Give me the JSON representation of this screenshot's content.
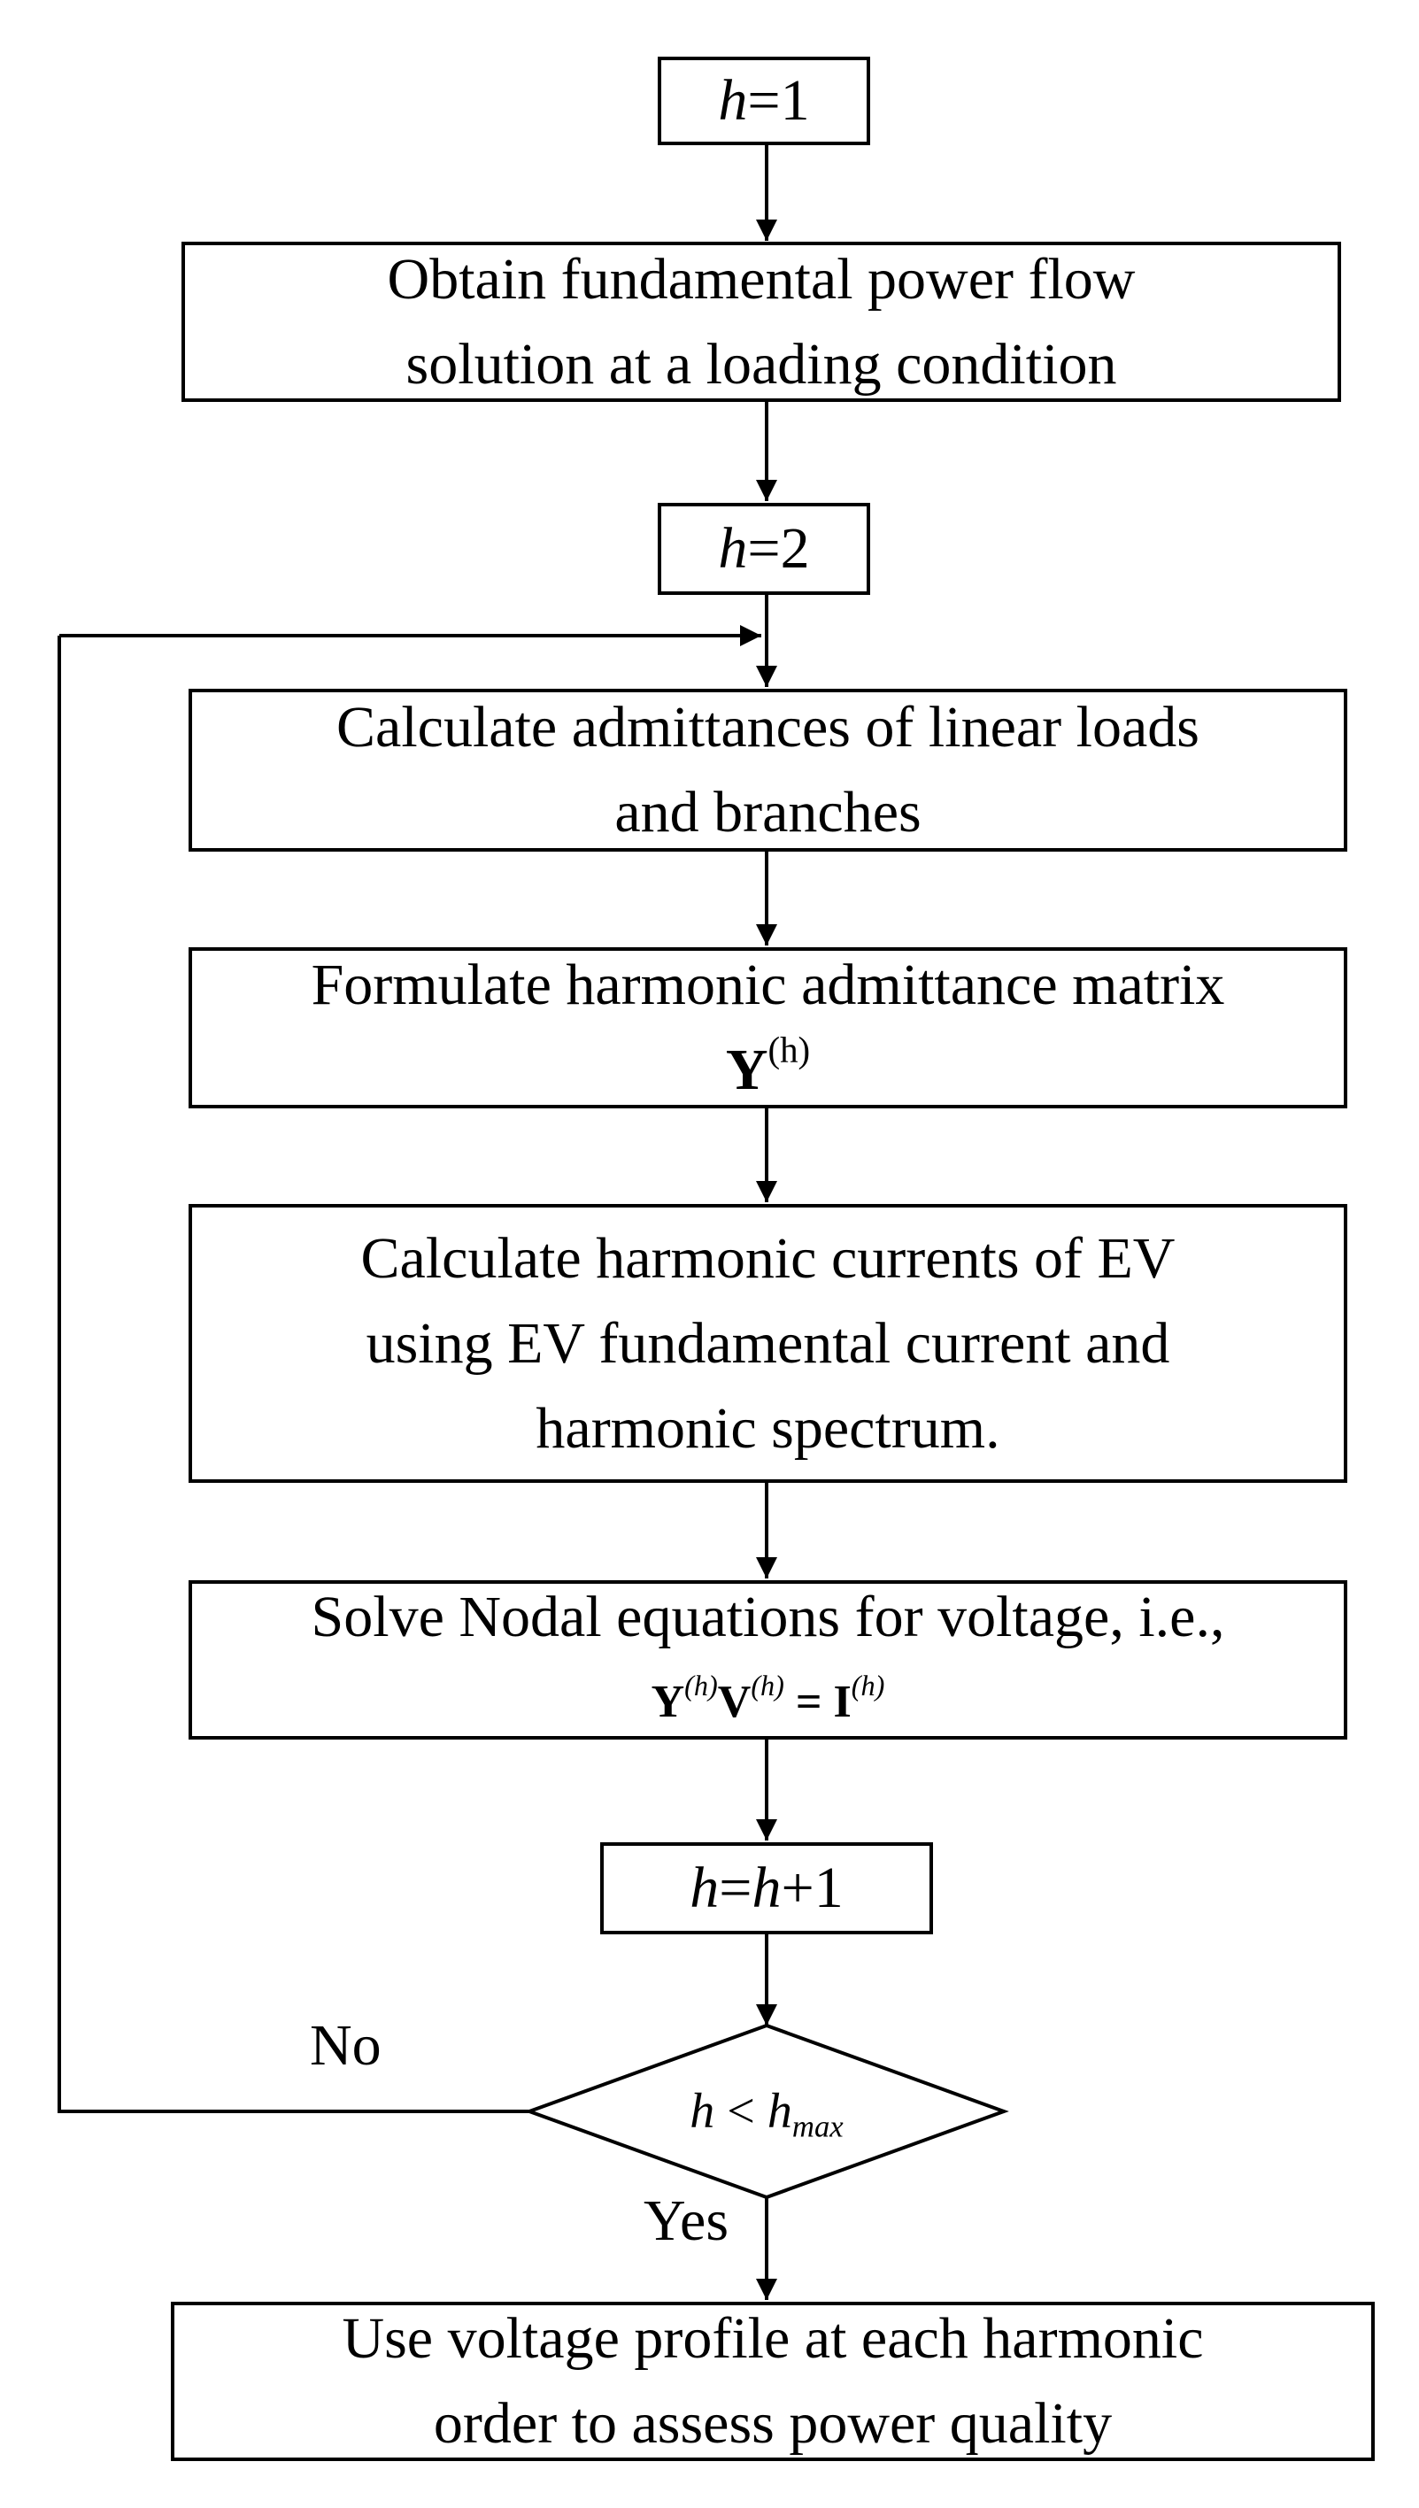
{
  "nodes": {
    "h1": {
      "var": "h",
      "rest": "=1"
    },
    "power_flow": {
      "line1": "Obtain fundamental power flow",
      "line2": "solution at a loading condition"
    },
    "h2": {
      "var": "h",
      "rest": "=2"
    },
    "admittances": {
      "line1": "Calculate admittances of linear loads",
      "line2": "and branches"
    },
    "matrix": {
      "line1": "Formulate harmonic admittance matrix",
      "sym": "Y",
      "sup": "(h)"
    },
    "currents": {
      "line1": "Calculate harmonic currents of EV",
      "line2": "using EV fundamental current and",
      "line3": "harmonic spectrum."
    },
    "solve": {
      "line1": "Solve Nodal equations for voltage, i.e.,",
      "Y": "Y",
      "V": "V",
      "eq": " = ",
      "I": "I",
      "sup": "(h)"
    },
    "increment": {
      "var": "h",
      "eq": "=",
      "var2": "h",
      "rest": "+1"
    },
    "decision": {
      "var": "h",
      "op": " < ",
      "var2": "h",
      "sub": "max"
    },
    "assess": {
      "line1": "Use voltage profile at each harmonic",
      "line2": "order to assess power quality"
    }
  },
  "labels": {
    "no": "No",
    "yes": "Yes"
  },
  "colors": {
    "stroke": "#000000",
    "background": "#ffffff"
  }
}
